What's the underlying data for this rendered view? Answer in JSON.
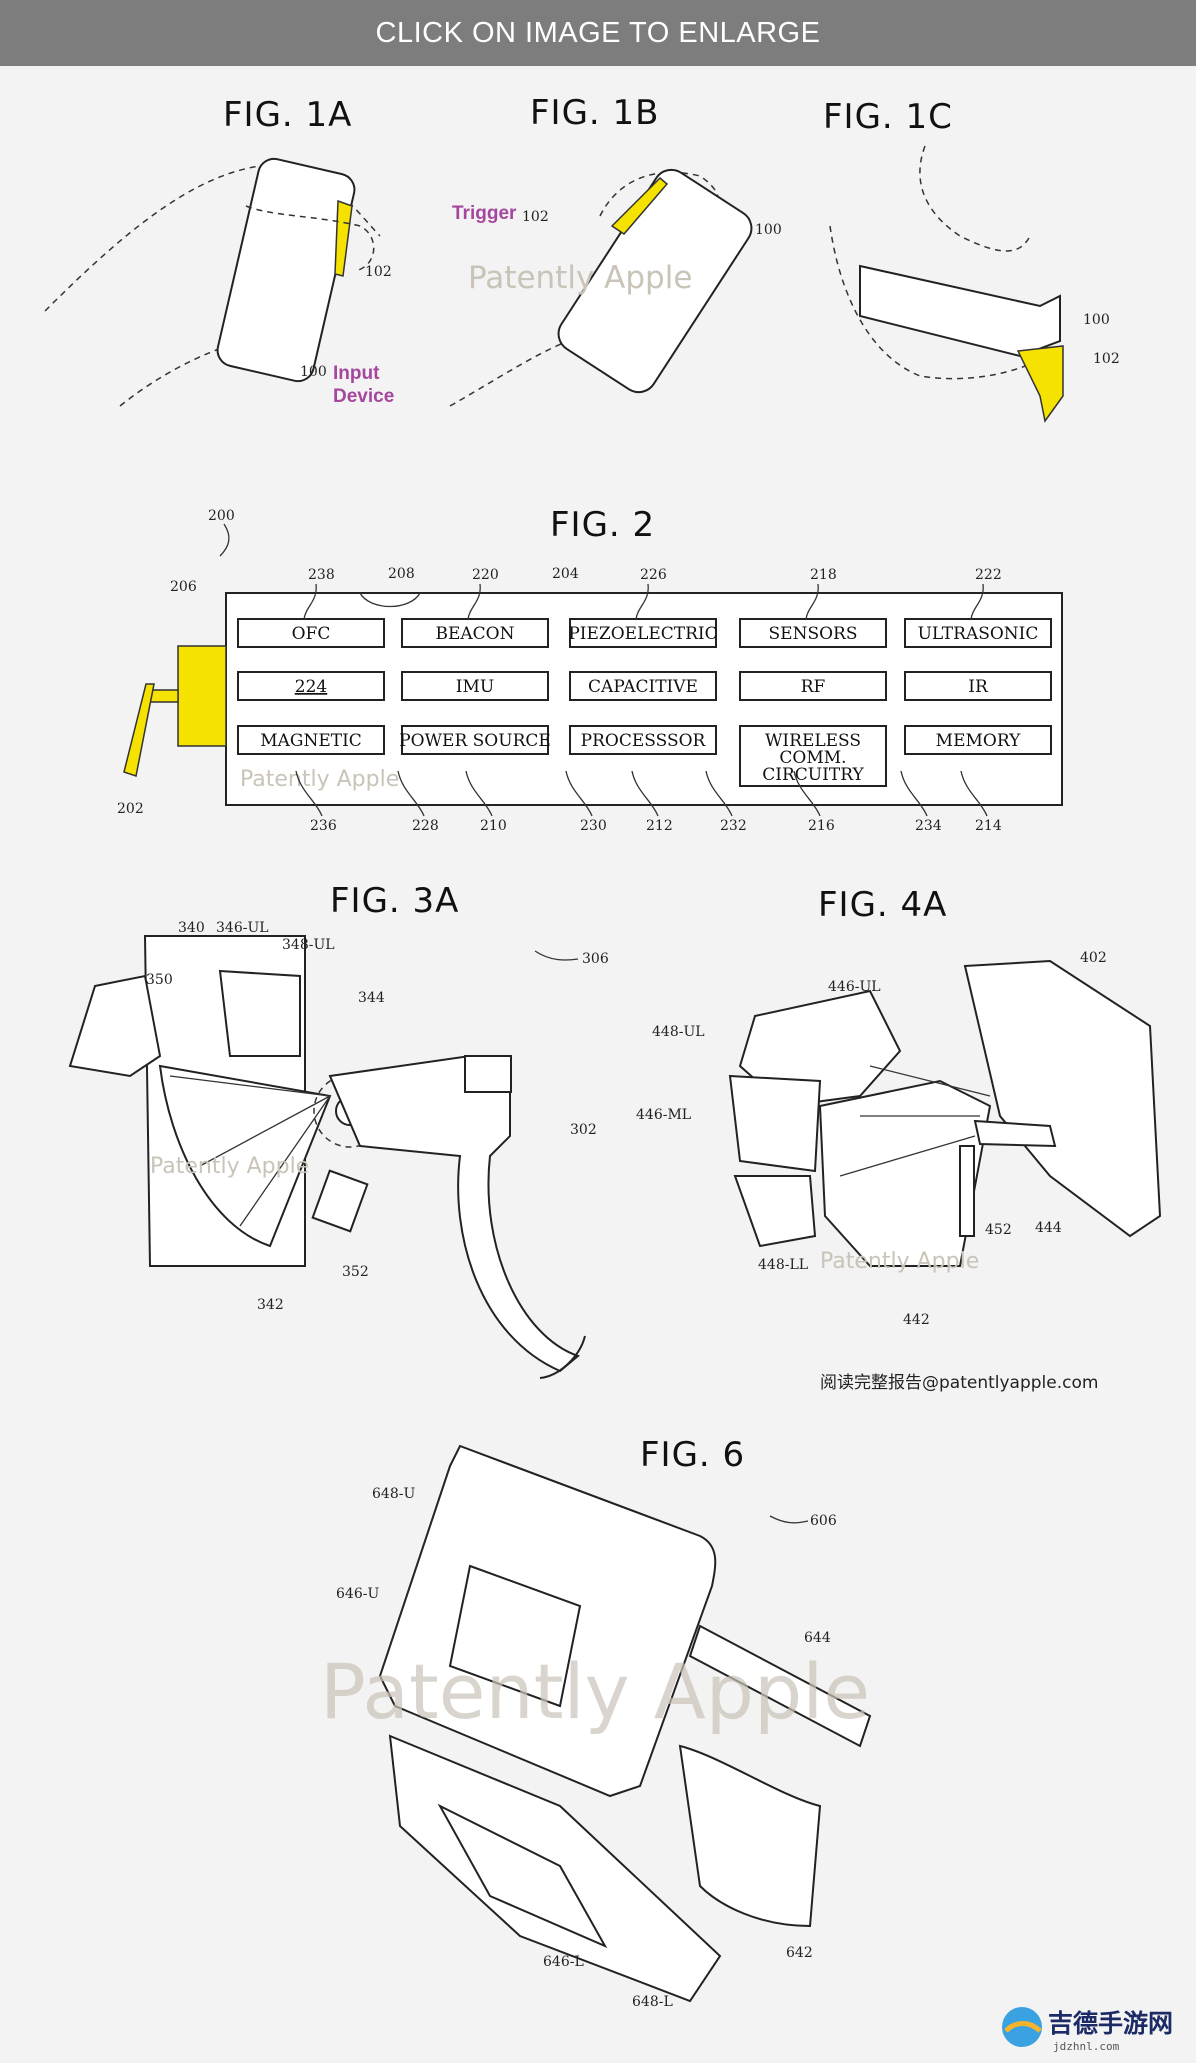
{
  "header": {
    "banner": "CLICK ON IMAGE TO ENLARGE"
  },
  "figures": {
    "fig1a": {
      "title": "FIG. 1A",
      "ref_device": "100",
      "ref_trigger": "102",
      "callout": [
        "Input",
        "Device"
      ]
    },
    "fig1b": {
      "title": "FIG. 1B",
      "ref_device": "100",
      "ref_trigger": "102",
      "callout": "Trigger"
    },
    "fig1c": {
      "title": "FIG. 1C",
      "ref_device": "100",
      "ref_trigger": "102"
    },
    "fig2": {
      "title": "FIG. 2",
      "refs": {
        "device": "200",
        "handle": "206",
        "trigger": "202",
        "outline": "204",
        "notch": "208"
      },
      "blocks": [
        {
          "label": "OFC",
          "ref": "238"
        },
        {
          "label": "BEACON",
          "ref": "220"
        },
        {
          "label": "PIEZOELECTRIC",
          "ref": "226"
        },
        {
          "label": "SENSORS",
          "ref": "218"
        },
        {
          "label": "ULTRASONIC",
          "ref": "222"
        },
        {
          "label": "224",
          "ref": ""
        },
        {
          "label": "IMU",
          "ref": ""
        },
        {
          "label": "CAPACITIVE",
          "ref": ""
        },
        {
          "label": "RF",
          "ref": ""
        },
        {
          "label": "IR",
          "ref": ""
        },
        {
          "label": "MAGNETIC",
          "ref": "236"
        },
        {
          "label": "POWER SOURCE",
          "ref": "210"
        },
        {
          "label": "PROCESSSOR",
          "ref": "212"
        },
        {
          "label": "WIRELESS COMM. CIRCUITRY",
          "lines": [
            "WIRELESS",
            "COMM.",
            "CIRCUITRY"
          ],
          "ref": "216"
        },
        {
          "label": "MEMORY",
          "ref": "214"
        }
      ],
      "bottom_refs": [
        "236",
        "228",
        "210",
        "230",
        "212",
        "232",
        "216",
        "234",
        "214"
      ]
    },
    "fig3a": {
      "title": "FIG. 3A",
      "refs": [
        "340",
        "346-UL",
        "348-UL",
        "350",
        "344",
        "306",
        "302",
        "352",
        "342"
      ]
    },
    "fig4a": {
      "title": "FIG. 4A",
      "refs": [
        "446-UL",
        "448-UL",
        "446-ML",
        "448-LL",
        "402",
        "452",
        "444",
        "442"
      ]
    },
    "fig6": {
      "title": "FIG. 6",
      "refs": [
        "648-U",
        "646-U",
        "606",
        "644",
        "646-L",
        "648-L",
        "642"
      ]
    }
  },
  "watermark": "Patently Apple",
  "credit": "阅读完整报告@patentlyapple.com",
  "logo": {
    "name": "吉德手游网",
    "sub": "jdzhnl.com"
  },
  "colors": {
    "trigger_yellow": "#f6e200",
    "annotation_purple": "#a4479d",
    "banner_gray": "#7d7d7d",
    "background": "#f3f3f3"
  }
}
